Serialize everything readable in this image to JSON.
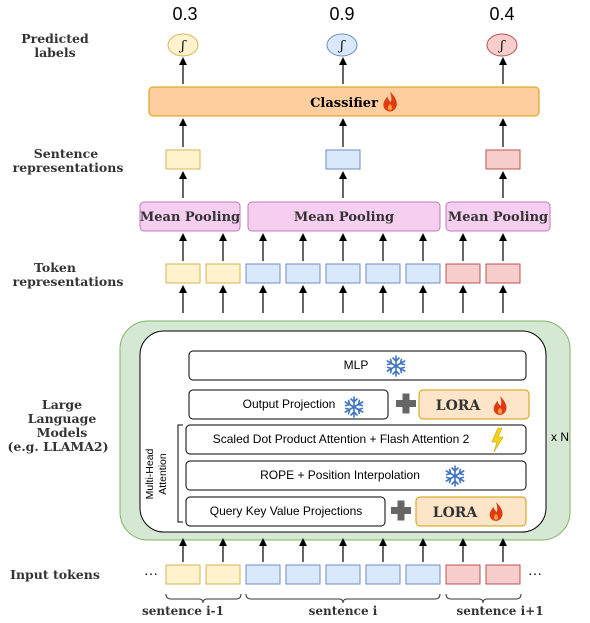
{
  "row_labels": {
    "predicted": [
      "Predicted",
      "labels"
    ],
    "sentence": [
      "Sentence",
      "representations"
    ],
    "token": [
      "Token",
      "representations"
    ],
    "llm": [
      "Large",
      "Language",
      "Models",
      "(e.g. LLAMA2)"
    ],
    "input": "Input tokens"
  },
  "predictions": [
    "0.3",
    "0.9",
    "0.4"
  ],
  "sigmoid_glyph": "ʃ",
  "classifier_label": "Classifier",
  "mean_pooling_label": "Mean Pooling",
  "llm_block": {
    "mlp": "MLP",
    "output_projection": "Output Projection",
    "lora": "LORA",
    "scaled_dot": "Scaled Dot Product Attention + Flash Attention 2",
    "rope": "ROPE + Position Interpolation",
    "qkv": "Query Key Value Projections",
    "mha": [
      "Multi-Head",
      "Attention"
    ],
    "repeat": "x N"
  },
  "ellipsis": "···",
  "sentences": [
    "sentence i-1",
    "sentence i",
    "sentence i+1"
  ],
  "colors": {
    "yellow_fill": "#fff2cc",
    "yellow_stroke": "#d6b656",
    "blue_fill": "#dae8fc",
    "blue_stroke": "#6c8ebf",
    "red_fill": "#f8cecc",
    "red_stroke": "#b85450",
    "pink_fill": "#f5cef0",
    "pink_stroke": "#c47ab8",
    "orange_fill": "#ffce9f",
    "orange_stroke": "#d79b00",
    "green_fill": "#d5e8d4",
    "green_stroke": "#82b366",
    "lora_fill": "#fce5c8",
    "lora_stroke": "#d79b00",
    "snowflake": "#3f74c4",
    "flame": "#e03a12",
    "bolt": "#f7d21a"
  }
}
